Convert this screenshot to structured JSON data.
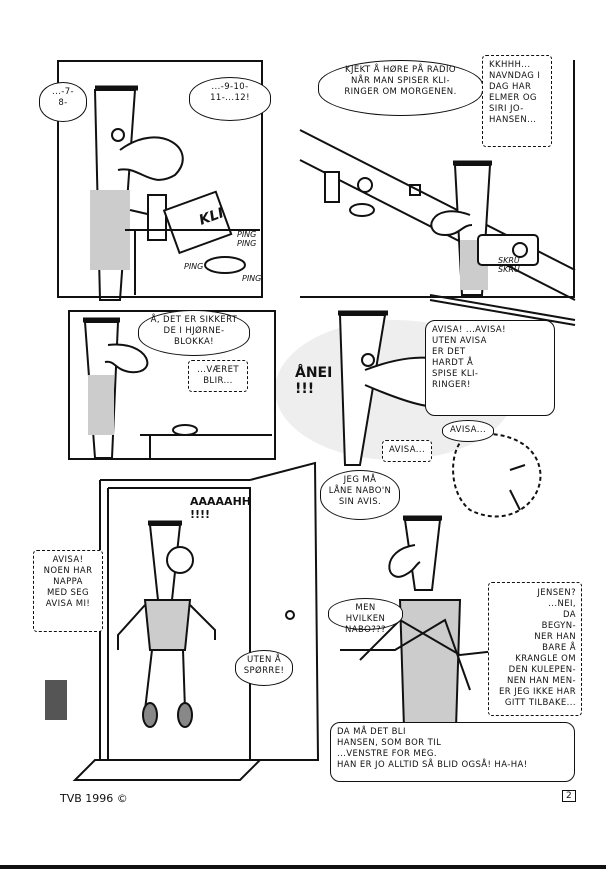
{
  "panel1": {
    "bubble_left": "...-7-\n8-",
    "bubble_right": "...-9-10-\n11-...12!",
    "box_label": "KLI",
    "sfx": [
      "PING\nPING",
      "PING",
      "PING"
    ]
  },
  "panel2": {
    "bubble": "KJEKT Å HØRE PÅ RADIO\nNÅR MAN SPISER KLI-\nRINGER OM MORGENEN.",
    "radio": "KKHHH...\nNAVNDAG I\nDAG HAR\nELMER OG\nSIRI JO-\nHANSEN...",
    "sfx": "SKRU\nSKRU"
  },
  "panel3": {
    "bubble": "Å, DET ER SIKKERT\nDE I HJØRNE-\nBLOKKA!",
    "radio": "...VÆRET\nBLIR..."
  },
  "panel4": {
    "shout": "ÅNEI\n!!!",
    "bubble": "AVISA! ...AVISA!\nUTEN AVISA\nER DET\nHARDT Å\nSPISE KLI-\nRINGER!",
    "small1": "AVISA...",
    "small2": "AVISA..."
  },
  "panel5": {
    "scream": "AAAAAHH\n!!!!",
    "bubble_left": "AVISA!\nNOEN HAR\nNAPPA\nMED SEG\nAVISA MI!",
    "bubble_right": "UTEN Å\nSPØRRE!"
  },
  "panel6": {
    "bubble_top": "JEG MÅ\nLÅNE NABO'N\nSIN AVIS.",
    "bubble_which": "MEN HVILKEN\nNABO???",
    "thought": "JENSEN?\n...NEI,\nDA\nBEGYN-\nNER HAN\nBARE Å\nKRANGLE OM\nDEN KULEPEN-\nNEN HAN MEN-\nER JEG IKKE HAR\nGITT TILBAKE...",
    "bubble_bottom": "DA MÅ DET BLI\nHANSEN, SOM BOR TIL\n...VENSTRE FOR MEG.\nHAN ER JO ALLTID SÅ BLID OGSÅ! HA-HA!"
  },
  "footer": {
    "signature": "TVB 1996 ©",
    "page_number": "2"
  }
}
